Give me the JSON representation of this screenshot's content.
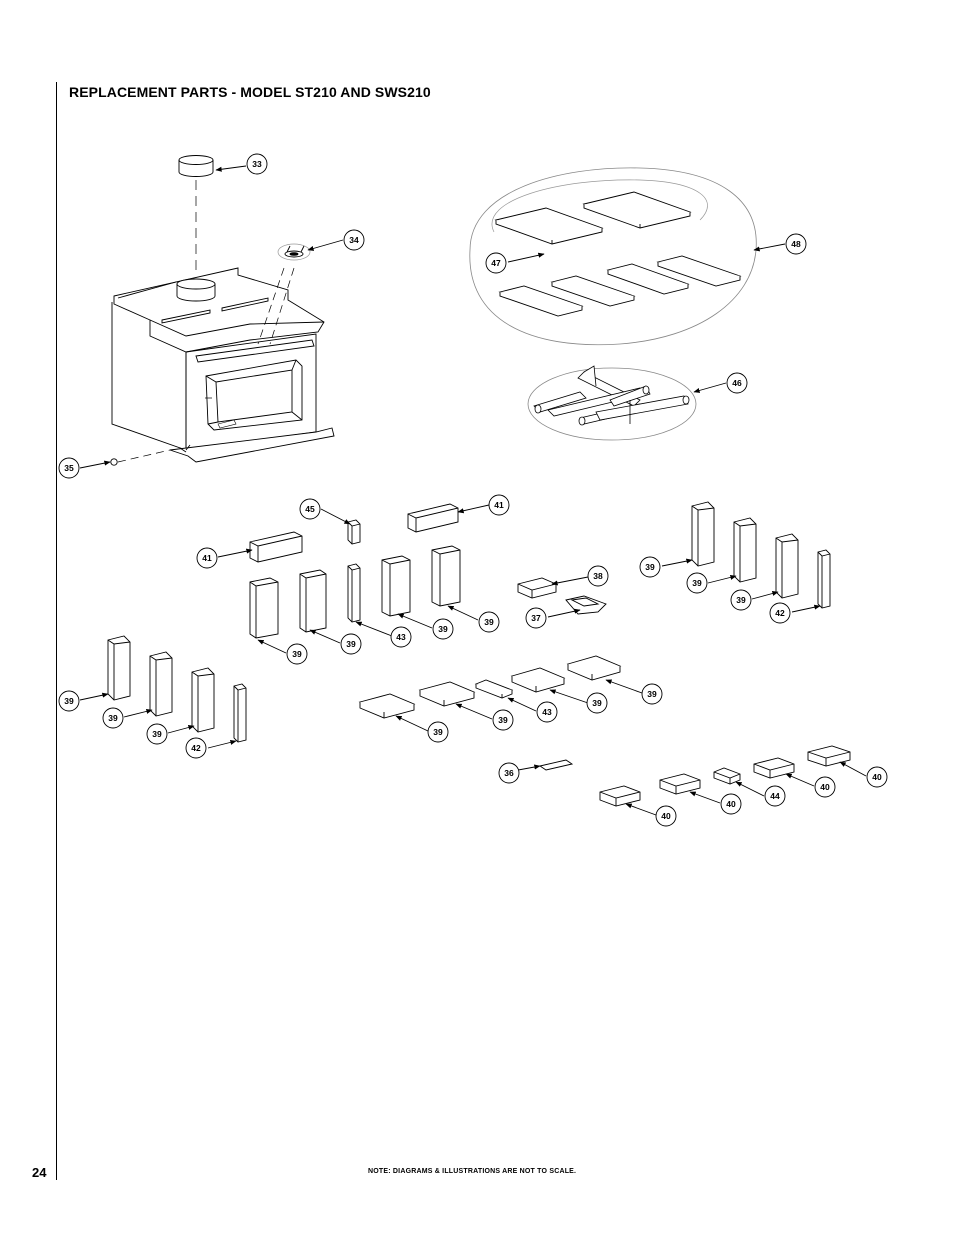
{
  "page": {
    "title": "REPLACEMENT PARTS - MODEL ST210 AND SWS210",
    "page_number": "24",
    "footer_note": "NOTE: DIAGRAMS & ILLUSTRATIONS ARE NOT TO SCALE."
  },
  "callouts": [
    {
      "id": "c33",
      "label": "33"
    },
    {
      "id": "c34",
      "label": "34"
    },
    {
      "id": "c35",
      "label": "35"
    },
    {
      "id": "c36",
      "label": "36"
    },
    {
      "id": "c37",
      "label": "37"
    },
    {
      "id": "c38",
      "label": "38"
    },
    {
      "id": "c41a",
      "label": "41"
    },
    {
      "id": "c41b",
      "label": "41"
    },
    {
      "id": "c45",
      "label": "45"
    },
    {
      "id": "c46",
      "label": "46"
    },
    {
      "id": "c47",
      "label": "47"
    },
    {
      "id": "c48",
      "label": "48"
    },
    {
      "id": "c39a",
      "label": "39"
    },
    {
      "id": "c39b",
      "label": "39"
    },
    {
      "id": "c39c",
      "label": "39"
    },
    {
      "id": "c39d",
      "label": "39"
    },
    {
      "id": "c43a",
      "label": "43"
    },
    {
      "id": "c39e",
      "label": "39"
    },
    {
      "id": "c39f",
      "label": "39"
    },
    {
      "id": "c39g",
      "label": "39"
    },
    {
      "id": "c39h",
      "label": "39"
    },
    {
      "id": "c42a",
      "label": "42"
    },
    {
      "id": "c39i",
      "label": "39"
    },
    {
      "id": "c39j",
      "label": "39"
    },
    {
      "id": "c39k",
      "label": "39"
    },
    {
      "id": "c42b",
      "label": "42"
    },
    {
      "id": "c39l",
      "label": "39"
    },
    {
      "id": "c39m",
      "label": "39"
    },
    {
      "id": "c43b",
      "label": "43"
    },
    {
      "id": "c39n",
      "label": "39"
    },
    {
      "id": "c39o",
      "label": "39"
    },
    {
      "id": "c40a",
      "label": "40"
    },
    {
      "id": "c40b",
      "label": "40"
    },
    {
      "id": "c44",
      "label": "44"
    },
    {
      "id": "c40c",
      "label": "40"
    },
    {
      "id": "c40d",
      "label": "40"
    }
  ]
}
